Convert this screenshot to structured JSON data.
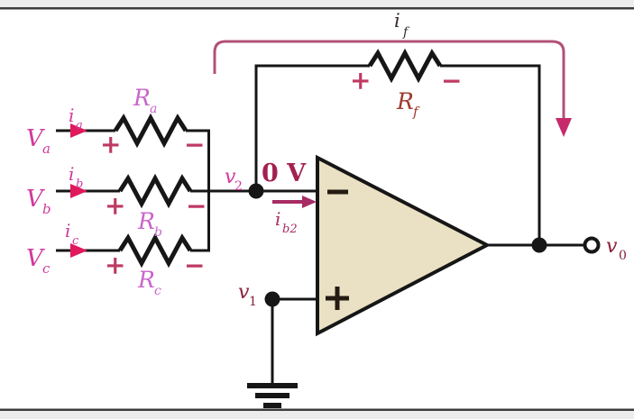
{
  "colors": {
    "bg": "#ffffff",
    "band": "#ececec",
    "frame": "#3c3c3c",
    "wire": "#161616",
    "opamp_fill": "#eae1c4",
    "label_magenta": "#cf3a9e",
    "label_orchid": "#c964cb",
    "sign_crimson": "#bf3a63",
    "arrow_crimson": "#e0185c",
    "zero_red": "#a32050",
    "v_dark": "#8a1f38",
    "rf_brick": "#9e392a",
    "if_dark": "#35282c",
    "if_line": "#b25078",
    "if_arrow": "#c62a6b",
    "ib2_magenta": "#a62c64"
  },
  "labels": {
    "plus": "+",
    "minus": "−",
    "zero_v": "0 V",
    "if_base": "i",
    "if_sub": "f",
    "rf_base": "R",
    "rf_sub": "f",
    "v2_base": "v",
    "v2_sub": "2",
    "ib2_base": "i",
    "ib2_sub": "b2",
    "v1_base": "v",
    "v1_sub": "1",
    "v0_base": "v",
    "v0_sub": "0",
    "opamp_minus": "−",
    "opamp_plus": "+",
    "inputs": [
      {
        "v": "V",
        "v_sub": "a",
        "i": "i",
        "i_sub": "a",
        "r": "R",
        "r_sub": "a"
      },
      {
        "v": "V",
        "v_sub": "b",
        "i": "i",
        "i_sub": "b",
        "r": "R",
        "r_sub": "b"
      },
      {
        "v": "V",
        "v_sub": "c",
        "i": "i",
        "i_sub": "c",
        "r": "R",
        "r_sub": "c"
      }
    ]
  }
}
